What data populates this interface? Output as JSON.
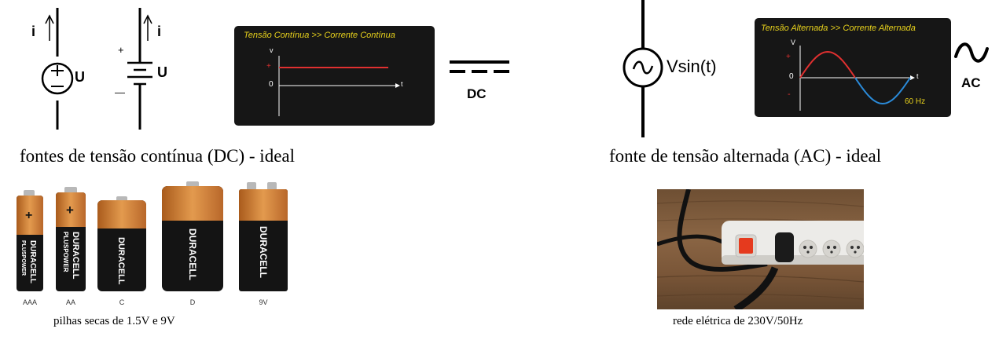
{
  "dc_section": {
    "symbol1": {
      "current_label": "i",
      "voltage_label": "U"
    },
    "symbol2": {
      "current_label": "i",
      "voltage_label": "U",
      "plus_sign": "+",
      "minus_sign": "—"
    },
    "panel": {
      "title": "Tensão Contínua >> Corrente Contínua",
      "y_axis": "v",
      "x_axis": "t",
      "plus_mark": "+",
      "zero_mark": "0"
    },
    "label": "DC",
    "caption": "fontes de tensão contínua (DC) - ideal"
  },
  "ac_section": {
    "source_label": "Vsin(t)",
    "panel": {
      "title": "Tensão Alternada >> Corrente Alternada",
      "y_axis": "V",
      "x_axis": "t",
      "plus_mark": "+",
      "minus_mark": "-",
      "zero_mark": "0",
      "frequency": "60 Hz"
    },
    "label": "AC",
    "caption": "fonte de tensão alternada (AC) - ideal"
  },
  "batteries": {
    "brand": "DURACELL",
    "sub_brand": "PLUSPOWER",
    "items": [
      {
        "size": "AAA"
      },
      {
        "size": "AA"
      },
      {
        "size": "C"
      },
      {
        "size": "D"
      },
      {
        "size": "9V"
      }
    ],
    "caption": "pilhas secas de 1.5V e 9V"
  },
  "power_strip": {
    "caption": "rede elétrica de 230V/50Hz"
  },
  "colors": {
    "panel_bg": "#161616",
    "panel_title": "#e8d21c",
    "dc_line": "#e03030",
    "ac_positive": "#e03030",
    "ac_negative": "#2a8ad8",
    "battery_copper": "#c8742a",
    "battery_black": "#141414"
  }
}
